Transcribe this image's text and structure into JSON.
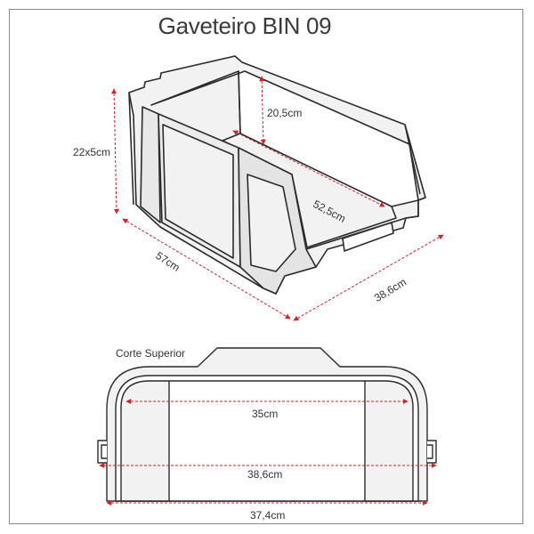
{
  "title": "Gaveteiro BIN 09",
  "dimensions": {
    "height": "22x5cm",
    "inner_height": "20,5cm",
    "inner_length": "52,5cm",
    "length": "57cm",
    "width": "38,6cm"
  },
  "section": {
    "title": "Corte Superior",
    "inner_width": "35cm",
    "mid_width": "38,6cm",
    "base_width": "37,4cm"
  },
  "colors": {
    "outline": "#2b2b2b",
    "fill": "#f2f2f2",
    "dimension_line": "#d2232a"
  }
}
